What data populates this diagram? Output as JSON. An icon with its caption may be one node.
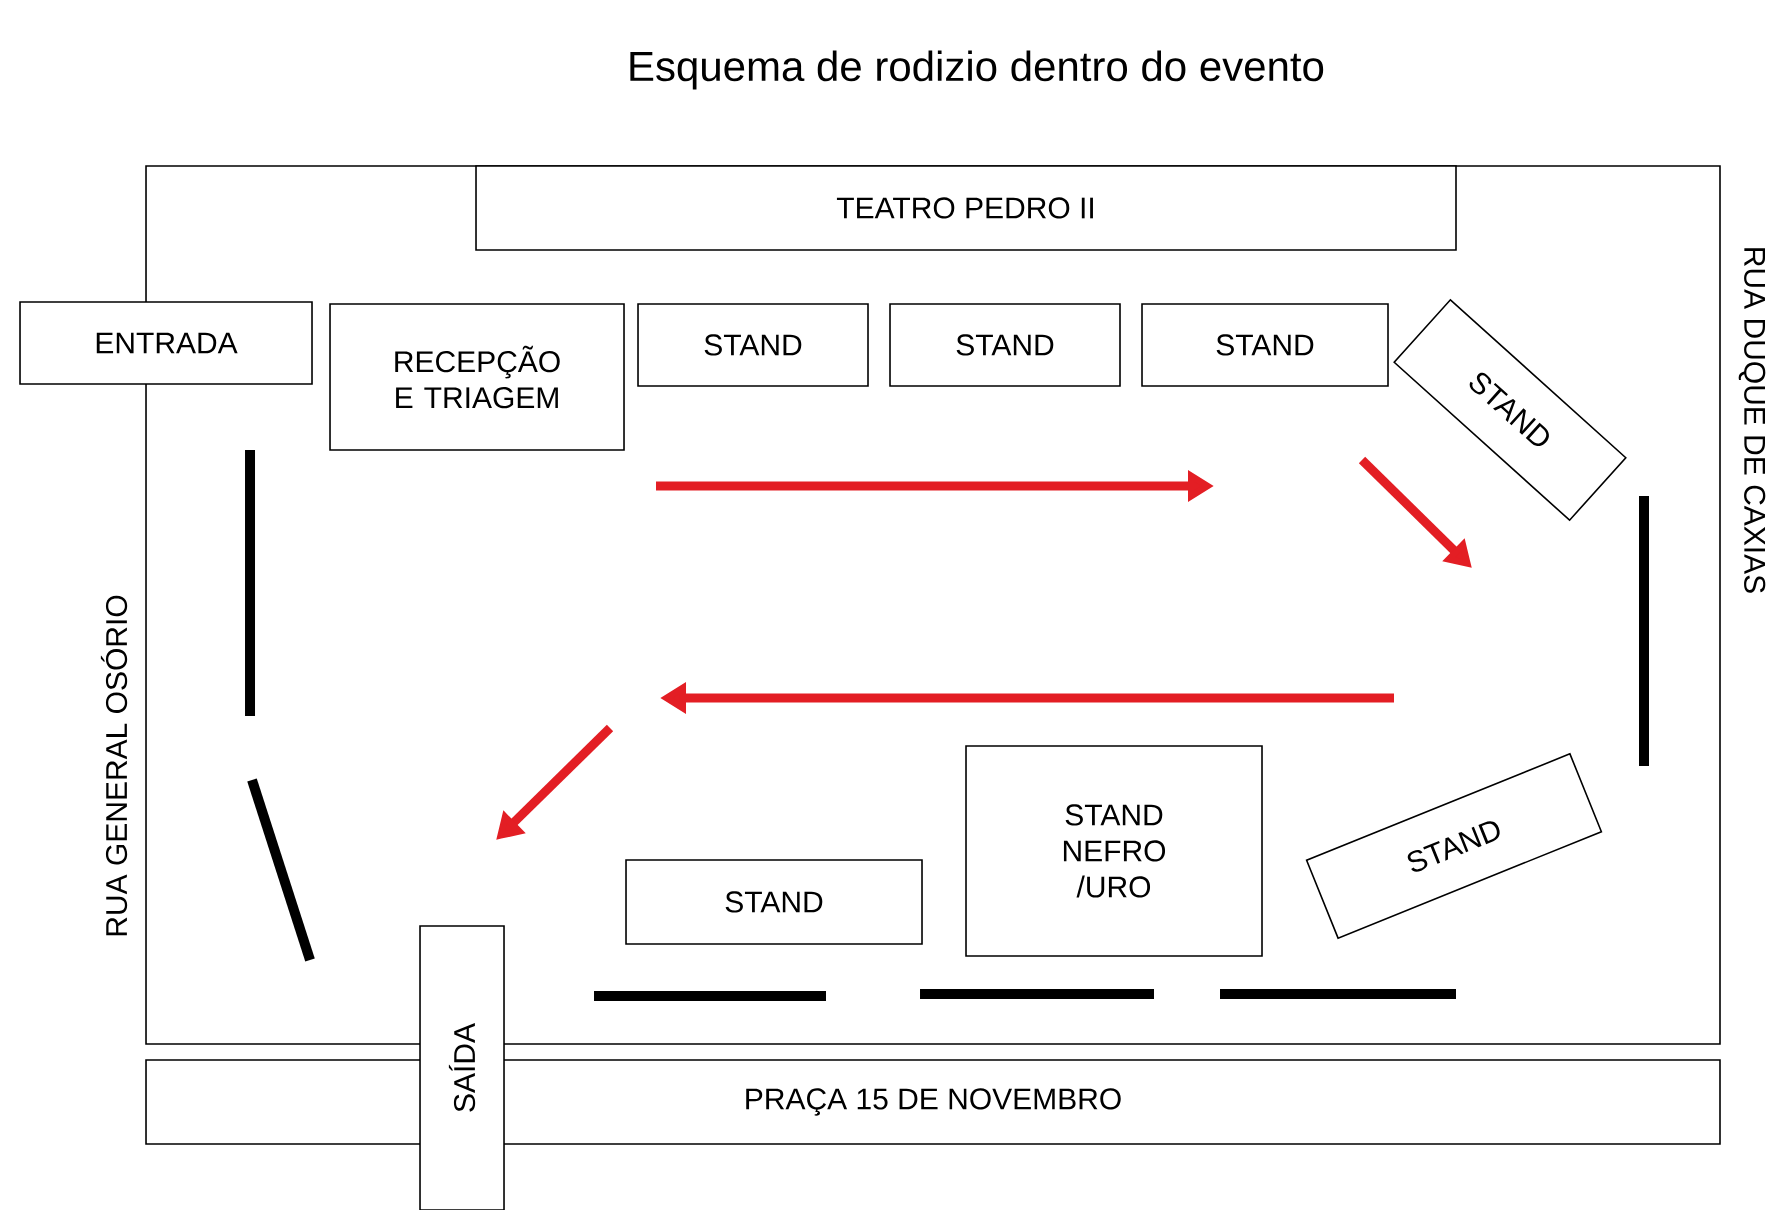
{
  "diagram": {
    "title": "Esquema de rodizio dentro do evento",
    "nodes": [
      {
        "text": [],
        "shape": "box"
      },
      {
        "text": [
          "TEATRO PEDRO II"
        ],
        "in": 0
      },
      {
        "text": [
          "ENTRADA"
        ]
      },
      {
        "text": [
          "RECEPÇÃO E TRIAGEM"
        ],
        "in": 0
      },
      {
        "text": [
          "STAND"
        ],
        "in": 0
      },
      {
        "text": [
          "STAND"
        ],
        "in": 0
      },
      {
        "text": [
          "STAND"
        ],
        "in": 0
      },
      {
        "text": [
          "STAND"
        ],
        "in": 0
      },
      {
        "text": [
          "STAND NEFRO /URO"
        ],
        "in": 0
      },
      {
        "text": [
          "STAND"
        ],
        "in": 0
      },
      {
        "text": [
          "STAND"
        ],
        "in": 0
      },
      {
        "text": [
          "PRAÇA 15 DE NOVEMBRO"
        ]
      },
      {
        "text": [
          "SAÍDA"
        ]
      }
    ],
    "labels": [
      "RUA GENERAL OSÓRIO",
      "RUA DUQUE DE CAXIAS"
    ]
  }
}
